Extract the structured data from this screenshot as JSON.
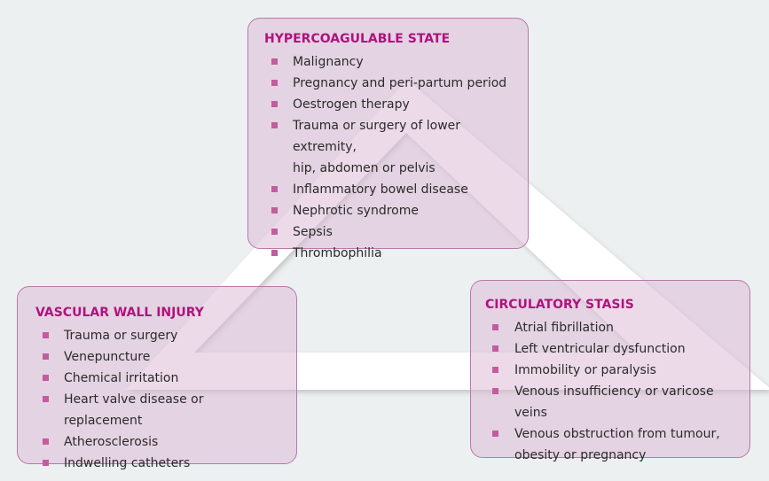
{
  "colors": {
    "background": "#edf0f1",
    "box_fill": "#ddbcd5",
    "box_border": "#b77aa7",
    "heading": "#b0127f",
    "bullet": "#c35c9f",
    "triangle": "#ffffff"
  },
  "boxes": {
    "hypercoagulable": {
      "title": "HYPERCOAGULABLE STATE",
      "items": [
        [
          "Malignancy"
        ],
        [
          "Pregnancy and peri-partum period"
        ],
        [
          "Oestrogen therapy"
        ],
        [
          "Trauma or surgery of lower extremity,",
          "hip, abdomen or pelvis"
        ],
        [
          "Inflammatory bowel disease"
        ],
        [
          "Nephrotic syndrome"
        ],
        [
          "Sepsis"
        ],
        [
          "Thrombophilia"
        ]
      ]
    },
    "vascular": {
      "title": "VASCULAR WALL INJURY",
      "items": [
        [
          "Trauma or surgery"
        ],
        [
          "Venepuncture"
        ],
        [
          "Chemical irritation"
        ],
        [
          "Heart valve disease or replacement"
        ],
        [
          "Atherosclerosis"
        ],
        [
          "Indwelling catheters"
        ]
      ]
    },
    "stasis": {
      "title": "CIRCULATORY STASIS",
      "items": [
        [
          "Atrial fibrillation"
        ],
        [
          "Left ventricular dysfunction"
        ],
        [
          "Immobility or paralysis"
        ],
        [
          "Venous insufficiency or varicose veins"
        ],
        [
          "Venous obstruction from tumour,",
          "obesity or pregnancy"
        ]
      ]
    }
  }
}
